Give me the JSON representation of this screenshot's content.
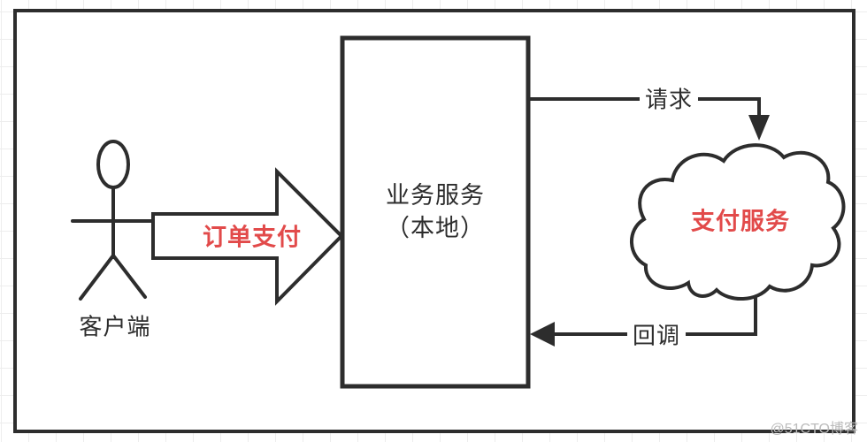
{
  "diagram": {
    "actor": {
      "label": "客户端"
    },
    "order_arrow": {
      "label": "订单支付"
    },
    "service_box": {
      "line1": "业务服务",
      "line2": "（本地）"
    },
    "request_edge": {
      "label": "请求"
    },
    "callback_edge": {
      "label": "回调"
    },
    "cloud": {
      "label": "支付服务"
    },
    "watermark": {
      "text": "@51CTO博客"
    },
    "colors": {
      "stroke": "#2d2d2d",
      "accent_red": "#e24a4a",
      "watermark": "#bcbcbc",
      "grid_line": "#ededed"
    }
  }
}
